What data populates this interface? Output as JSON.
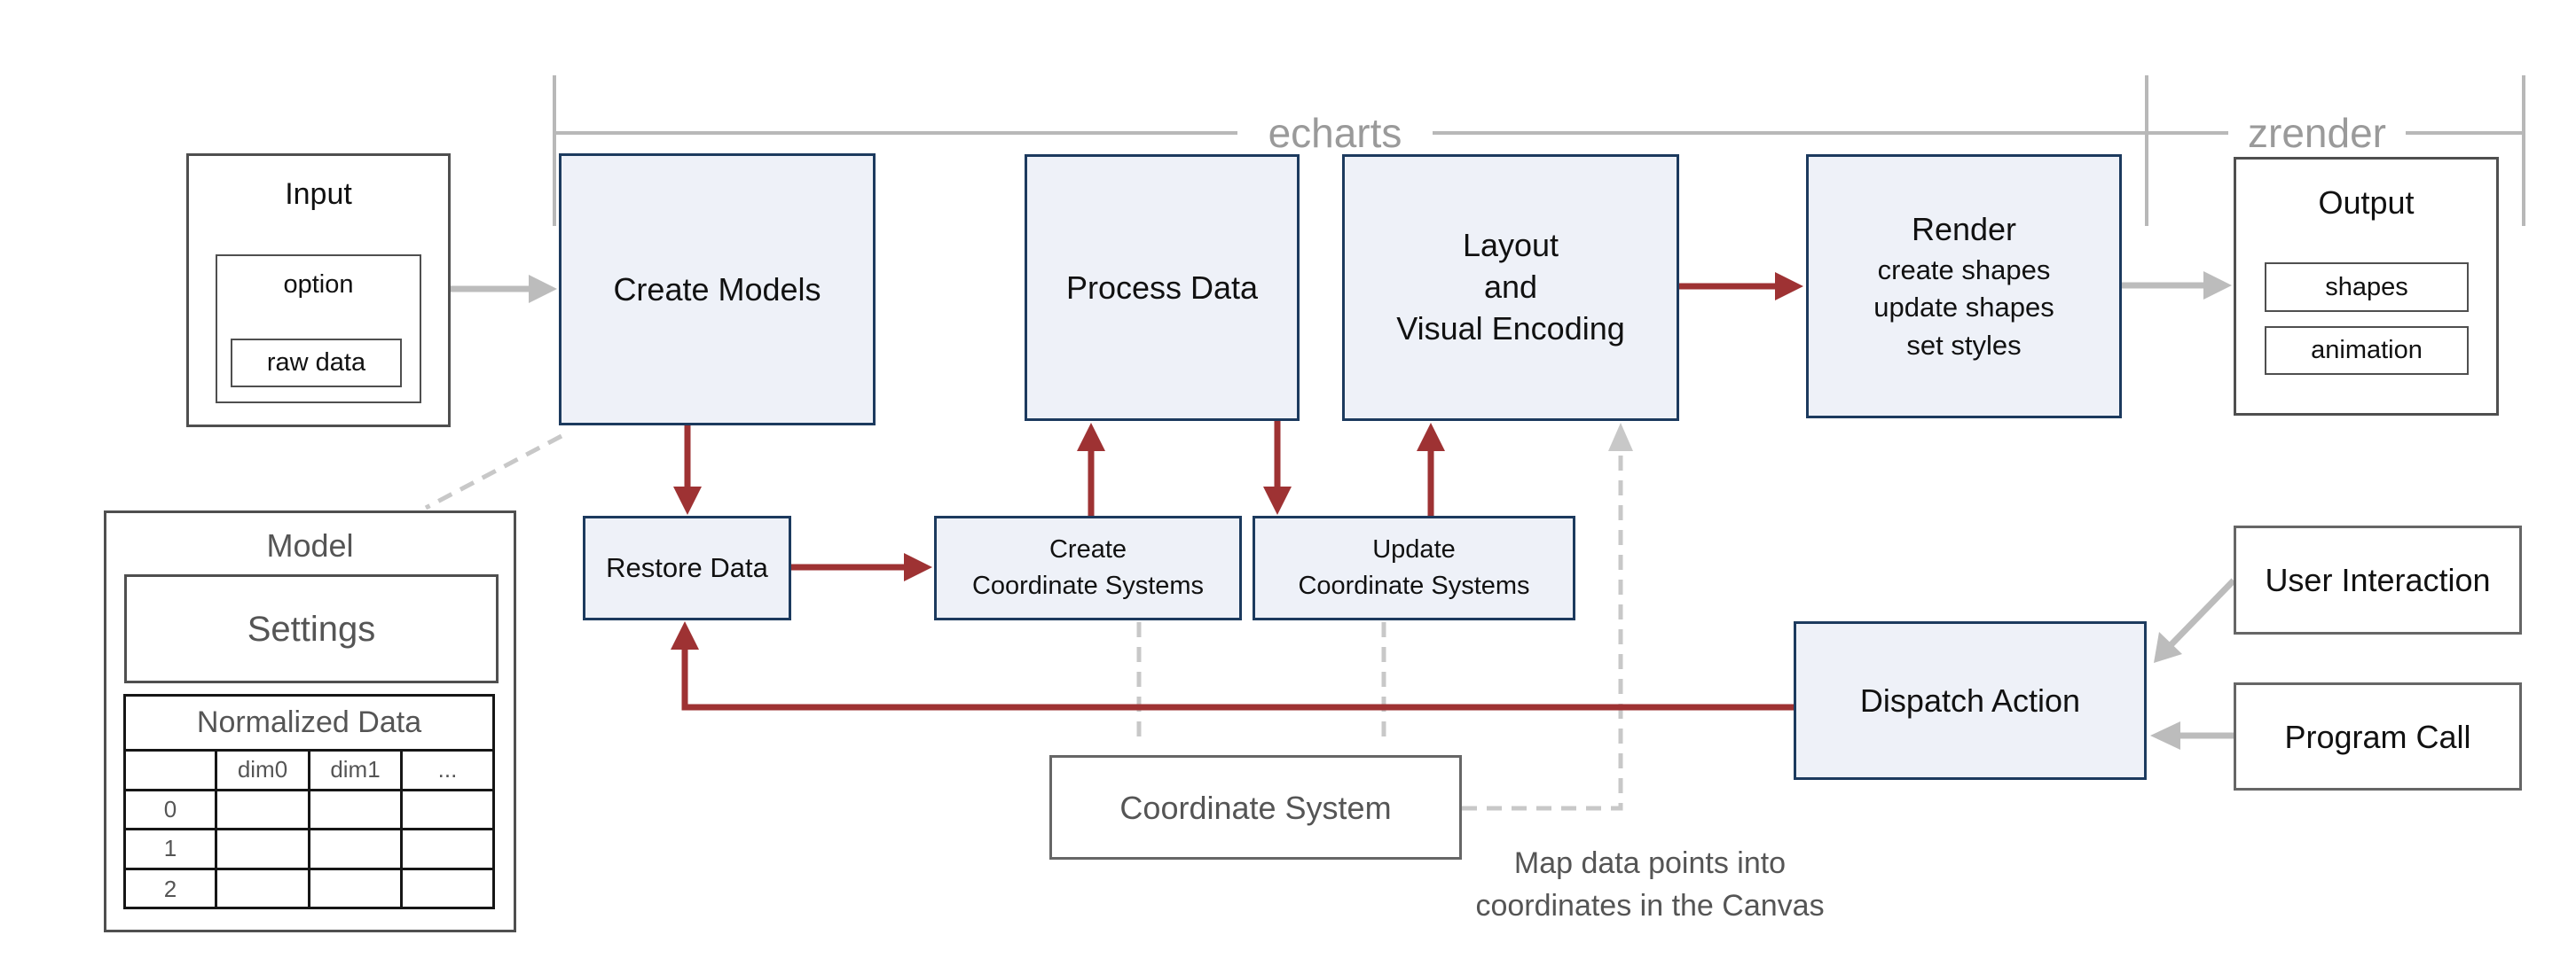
{
  "brackets": {
    "echarts": "echarts",
    "zrender": "zrender"
  },
  "nodes": {
    "input": {
      "title": "Input",
      "option": "option",
      "raw_data": "raw data"
    },
    "create_models": {
      "label": "Create Models"
    },
    "process_data": {
      "label": "Process Data"
    },
    "layout": {
      "lines": [
        "Layout",
        "and",
        "Visual Encoding"
      ]
    },
    "render": {
      "title": "Render",
      "lines": [
        "create shapes",
        "update shapes",
        "set styles"
      ]
    },
    "output": {
      "title": "Output",
      "shapes": "shapes",
      "animation": "animation"
    },
    "restore_data": {
      "label": "Restore Data"
    },
    "create_coordinate_systems": {
      "lines": [
        "Create",
        "Coordinate Systems"
      ]
    },
    "update_coordinate_systems": {
      "lines": [
        "Update",
        "Coordinate Systems"
      ]
    },
    "dispatch_action": {
      "label": "Dispatch Action"
    },
    "user_interaction": {
      "label": "User Interaction"
    },
    "program_call": {
      "label": "Program Call"
    },
    "coordinate_system": {
      "label": "Coordinate System"
    },
    "model": {
      "title": "Model",
      "settings": "Settings",
      "normalized_data": {
        "title": "Normalized Data",
        "columns": [
          "dim0",
          "dim1",
          "..."
        ],
        "row_labels": [
          "0",
          "1",
          "2"
        ]
      }
    }
  },
  "annotation": {
    "line1": "Map data points into",
    "line2": "coordinates in the Canvas"
  },
  "colors": {
    "red_arrow": "#9e3233",
    "gray_arrow": "#bcbcbc",
    "dashed_gray": "#c8c8c8",
    "bracket_gray": "#b8b8b8",
    "blue_fill": "#eef1f8",
    "navy_border": "#1c3a5e"
  }
}
